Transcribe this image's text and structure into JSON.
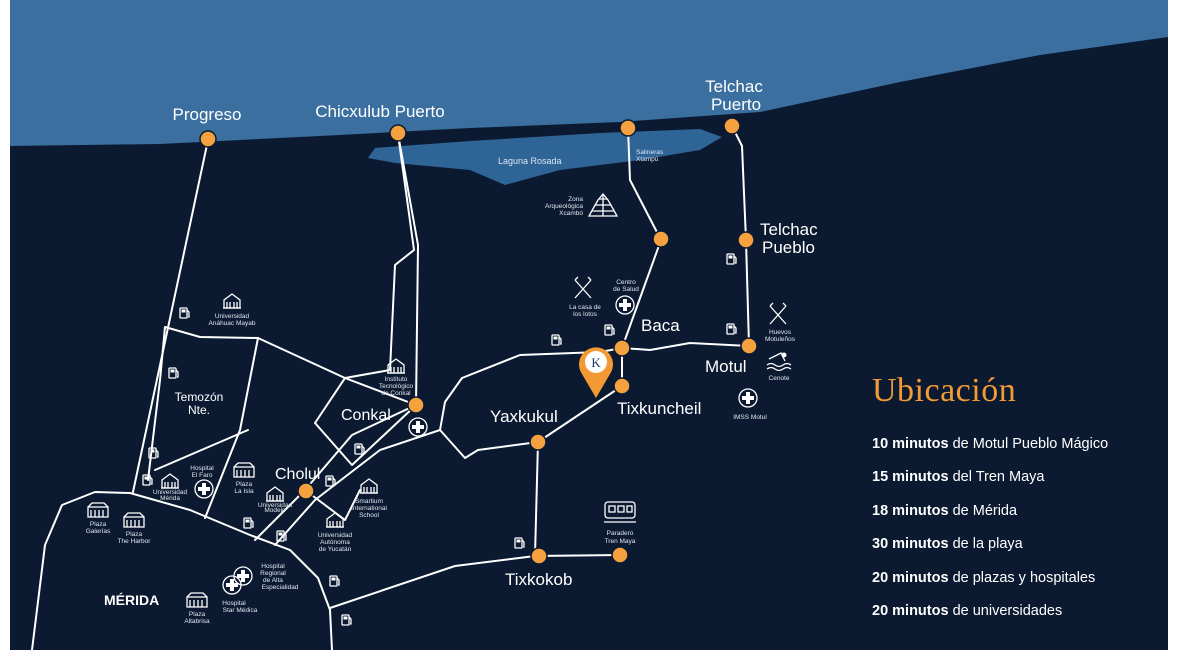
{
  "colors": {
    "land": "#0b1a30",
    "sea": "#3a6f9f",
    "lagoon": "#2f6497",
    "road": "#ffffff",
    "node": "#f6a13f",
    "accent": "#f39a34",
    "border": "#ffffff"
  },
  "map": {
    "cities": {
      "progreso": "Progreso",
      "chicxulub": "Chicxulub Puerto",
      "telchac_puerto_1": "Telchac",
      "telchac_puerto_2": "Puerto",
      "telchac_pueblo_1": "Telchac",
      "telchac_pueblo_2": "Pueblo",
      "baca": "Baca",
      "motul": "Motul",
      "yaxkukul": "Yaxkukul",
      "tixkuncheil": "Tixkuncheil",
      "conkal": "Conkal",
      "cholul": "Cholul",
      "temozon_1": "Temozón",
      "temozon_2": "Nte.",
      "tixkokob": "Tixkokob",
      "merida": "MÉRIDA"
    },
    "places": {
      "laguna": "Laguna Rosada",
      "salineras_1": "Salineras",
      "salineras_2": "Xtampú",
      "xcambo_1": "Zona",
      "xcambo_2": "Arqueológica",
      "xcambo_3": "Xcambó",
      "centro_salud_1": "Centro",
      "centro_salud_2": "de Salud",
      "casa_lotos_1": "La casa de",
      "casa_lotos_2": "los lotos",
      "huevos_1": "Huevos",
      "huevos_2": "Motuleños",
      "cenote": "Cenote",
      "imss": "IMSS Motul",
      "anahuac_1": "Universidad",
      "anahuac_2": "Anáhuac Mayab",
      "tec_conkal_1": "Instituto",
      "tec_conkal_2": "Tecnológico",
      "tec_conkal_3": "de Conkal",
      "paradero_1": "Paradero",
      "paradero_2": "Tren Maya",
      "hosp_faro_1": "Hospital",
      "hosp_faro_2": "El Faro",
      "uni_merida_1": "Universidad",
      "uni_merida_2": "Mérida",
      "plaza_isla_1": "Plaza",
      "plaza_isla_2": "La Isla",
      "uni_modelo_1": "Universidad",
      "uni_modelo_2": "Modelo",
      "smartium_1": "Smartium",
      "smartium_2": "International",
      "smartium_3": "School",
      "uady_1": "Universidad",
      "uady_2": "Autónoma",
      "uady_3": "de Yucatán",
      "plaza_galerias_1": "Plaza",
      "plaza_galerias_2": "Galerías",
      "plaza_harbor_1": "Plaza",
      "plaza_harbor_2": "The Harbor",
      "hosp_regional_1": "Hospital",
      "hosp_regional_2": "Regional",
      "hosp_regional_3": "de Alta",
      "hosp_regional_4": "Especialidad",
      "hosp_star_1": "Hospital",
      "hosp_star_2": "Star Médica",
      "plaza_altabrisa_1": "Plaza",
      "plaza_altabrisa_2": "Altabrisa"
    },
    "icons": [
      "fuel-pump-icon",
      "hospital-cross-icon",
      "building-icon",
      "pyramid-icon",
      "fork-knife-icon",
      "swimmer-icon",
      "train-icon",
      "location-pin-icon"
    ],
    "logo_letter": "K"
  },
  "panel": {
    "title": "Ubicación",
    "items": [
      {
        "bold": "10 minutos",
        "rest": "de Motul Pueblo Mágico"
      },
      {
        "bold": "15 minutos",
        "rest": "del Tren Maya"
      },
      {
        "bold": "18 minutos",
        "rest": "de Mérida"
      },
      {
        "bold": "30 minutos",
        "rest": "de la playa"
      },
      {
        "bold": "20 minutos",
        "rest": "de plazas y hospitales"
      },
      {
        "bold": "20 minutos",
        "rest": "de universidades"
      }
    ]
  }
}
